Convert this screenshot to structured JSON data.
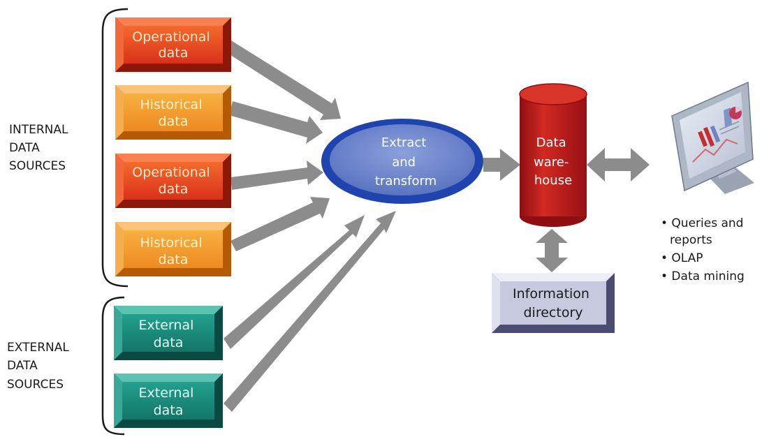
{
  "groups": {
    "internal": [
      "INTERNAL",
      "DATA",
      "SOURCES"
    ],
    "external": [
      "EXTERNAL",
      "DATA",
      "SOURCES"
    ]
  },
  "sources": {
    "op1": [
      "Operational",
      "data"
    ],
    "hist1": [
      "Historical",
      "data"
    ],
    "op2": [
      "Operational",
      "data"
    ],
    "hist2": [
      "Historical",
      "data"
    ],
    "ext1": [
      "External",
      "data"
    ],
    "ext2": [
      "External",
      "data"
    ]
  },
  "extract": [
    "Extract",
    "and",
    "transform"
  ],
  "warehouse": [
    "Data",
    "ware-",
    "house"
  ],
  "directory": [
    "Information",
    "directory"
  ],
  "uses": [
    "• Queries and",
    "reports",
    "• OLAP",
    "• Data mining"
  ],
  "colors": {
    "operational": "#e8441a",
    "historical": "#f39a2a",
    "external": "#1a8a7e",
    "extract_fill": "#7088cc",
    "extract_ring": "#1f44b0",
    "warehouse": "#b8161a",
    "directory": "#c4c6dc",
    "arrow": "#8c8c8c"
  }
}
